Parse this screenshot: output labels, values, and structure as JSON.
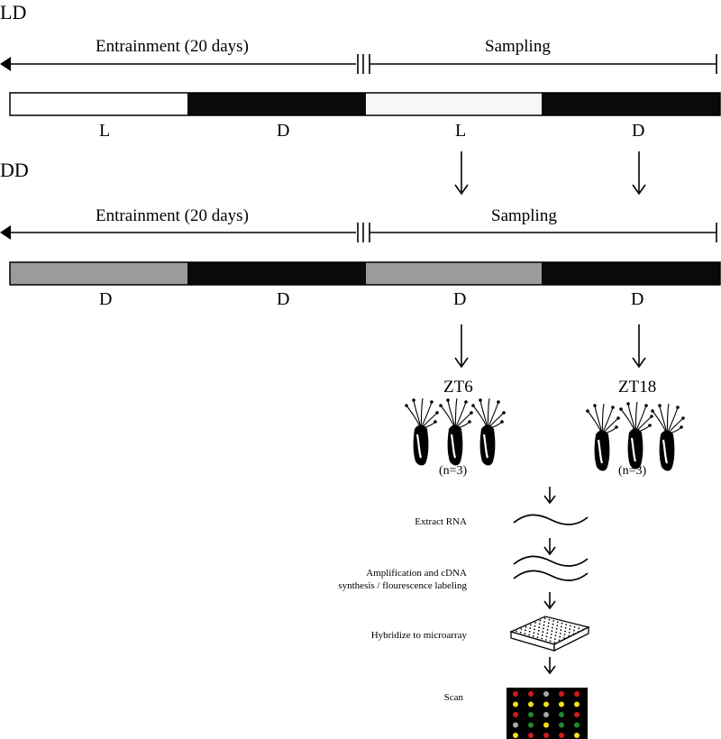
{
  "ld": {
    "condition": "LD",
    "entrainment": "Entrainment (20 days)",
    "sampling": "Sampling",
    "segments": [
      "L",
      "D",
      "L",
      "D"
    ],
    "segment_colors": [
      "#ffffff",
      "#0a0a0a",
      "#f7f7f7",
      "#0a0a0a"
    ]
  },
  "dd": {
    "condition": "DD",
    "entrainment": "Entrainment (20 days)",
    "sampling": "Sampling",
    "segments": [
      "D",
      "D",
      "D",
      "D"
    ],
    "segment_colors": [
      "#9b9b9b",
      "#0a0a0a",
      "#9b9b9b",
      "#0a0a0a"
    ]
  },
  "timepoints": [
    {
      "label": "ZT6",
      "n": "(n=3)"
    },
    {
      "label": "ZT18",
      "n": "(n=3)"
    }
  ],
  "pipeline": {
    "steps": [
      "Extract RNA",
      "Amplification and cDNA",
      "synthesis / flourescence labeling",
      "Hybridize to microarray",
      "Scan"
    ]
  },
  "scan_grid": [
    [
      "#d11a1a",
      "#d11a1a",
      "#a9a9a9",
      "#d11a1a",
      "#d11a1a"
    ],
    [
      "#f2e01a",
      "#f2e01a",
      "#f2e01a",
      "#f2e01a",
      "#f2e01a"
    ],
    [
      "#d11a1a",
      "#1f8a2e",
      "#a9a9a9",
      "#1f8a2e",
      "#d11a1a"
    ],
    [
      "#a9a9a9",
      "#1f8a2e",
      "#f2e01a",
      "#1f8a2e",
      "#1f8a2e"
    ],
    [
      "#f2e01a",
      "#d11a1a",
      "#d11a1a",
      "#d11a1a",
      "#f2e01a"
    ]
  ]
}
